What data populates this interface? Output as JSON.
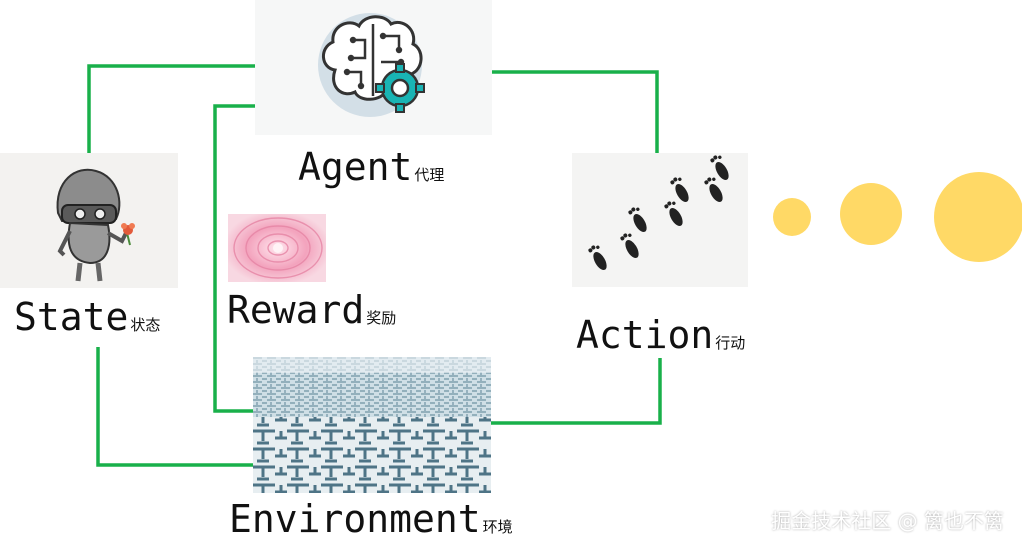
{
  "nodes": {
    "agent": {
      "title": "Agent",
      "sub": "代理"
    },
    "state": {
      "title": "State",
      "sub": "状态"
    },
    "reward": {
      "title": "Reward",
      "sub": "奖励"
    },
    "action": {
      "title": "Action",
      "sub": "行动"
    },
    "environment": {
      "title": "Environment",
      "sub": "环境"
    }
  },
  "watermark": "掘金技术社区 @ 篱也不篱",
  "colors": {
    "connector": "#19b04a",
    "dots": "#ffd966"
  },
  "icons": {
    "agent": "brain-gear-icon",
    "state": "robot-holding-flower-icon",
    "reward": "pink-flower-image",
    "action": "footprints-icon",
    "environment": "maze-image"
  }
}
